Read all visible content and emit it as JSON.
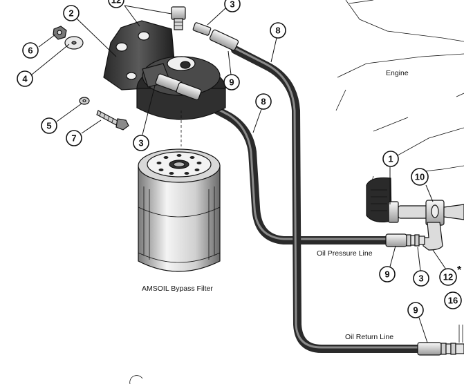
{
  "labels": {
    "engine": "Engine",
    "oil_pressure_line": "Oil Pressure Line",
    "oil_return_line": "Oil Return Line",
    "filter": "AMSOIL Bypass Filter",
    "asterisk": "*"
  },
  "callouts": {
    "c12_top": "12",
    "c2": "2",
    "c6": "6",
    "c4": "4",
    "c3_top": "3",
    "c9_top": "9",
    "c8_top": "8",
    "c8_mid": "8",
    "c5": "5",
    "c7": "7",
    "c3_mid": "3",
    "c1": "1",
    "c10": "10",
    "c9_right": "9",
    "c3_right": "3",
    "c12_right": "12",
    "c16": "16",
    "c9_bottom": "9"
  },
  "colors": {
    "hose": "#2a2a2a",
    "hose_highlight": "#8a8a8a",
    "metal_dark": "#3a3a3a",
    "metal_mid": "#9a9a9a",
    "metal_light": "#e6e6e6"
  }
}
